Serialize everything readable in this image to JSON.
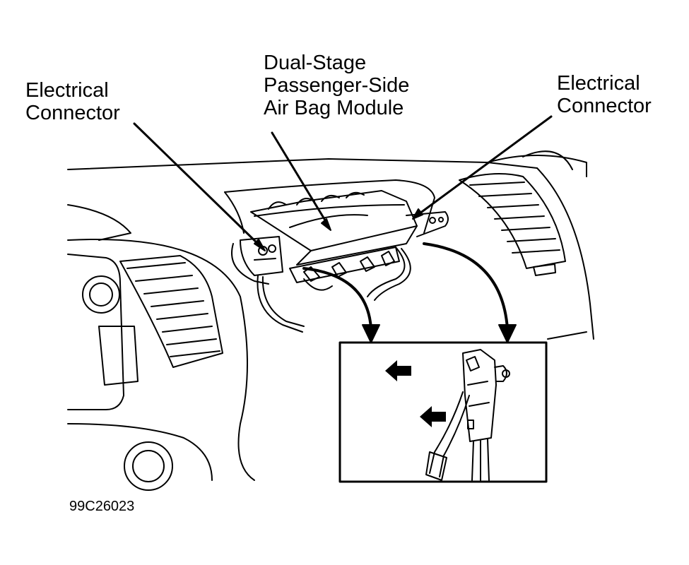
{
  "callouts": {
    "left_connector": [
      "Electrical",
      "Connector"
    ],
    "module": [
      "Dual-Stage",
      "Passenger-Side",
      "Air Bag Module"
    ],
    "right_connector": [
      "Electrical",
      "Connector"
    ]
  },
  "figure_id": "99C26023",
  "colors": {
    "line": "#000000",
    "background": "#ffffff"
  },
  "icons": [
    "arrow-left-icon",
    "arrow-left-icon"
  ]
}
